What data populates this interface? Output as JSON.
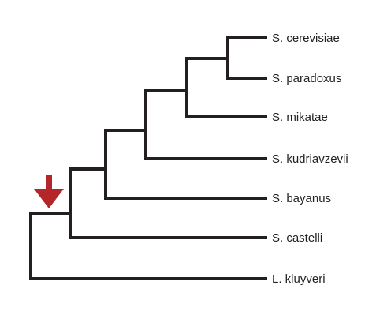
{
  "tree": {
    "taxa": [
      "S. cerevisiae",
      "S. paradoxus",
      "S. mikatae",
      "S. kudriavzevii",
      "S. bayanus",
      "S. castelli",
      "L. kluyveri"
    ],
    "topology": "((((((S. cerevisiae,S. paradoxus),S. mikatae),S. kudriavzevii),S. bayanus),S. castelli),L. kluyveri)",
    "marker": {
      "icon": "arrow-down-icon",
      "color": "#b5262b",
      "points_to": "ancestor of Saccharomyces clade"
    },
    "branch_color": "#231f20"
  }
}
